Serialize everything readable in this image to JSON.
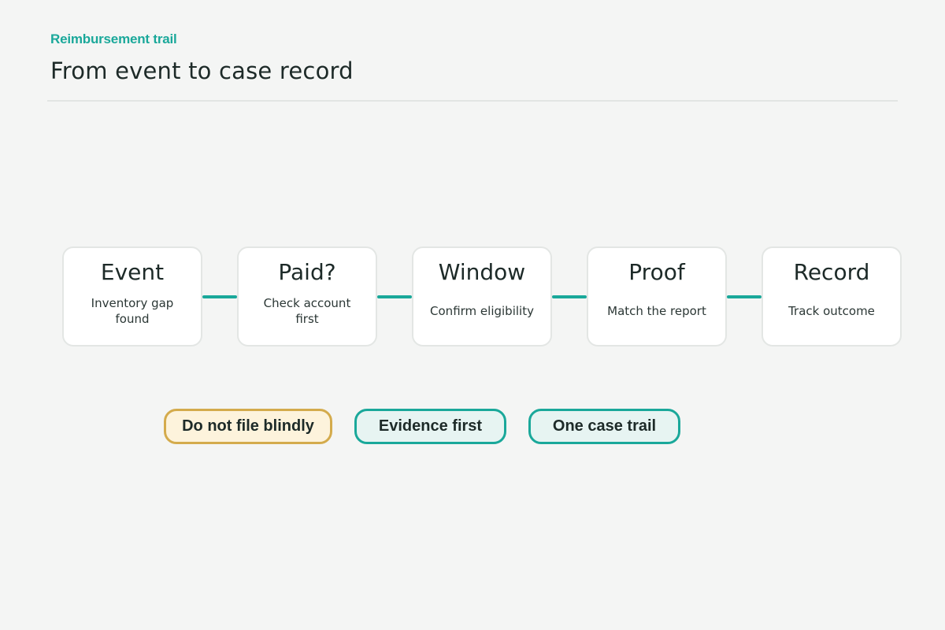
{
  "header": {
    "eyebrow": "Reimbursement trail",
    "title": "From event to case record"
  },
  "steps": [
    {
      "title": "Event",
      "body": "Inventory gap found"
    },
    {
      "title": "Paid?",
      "body": "Check account first"
    },
    {
      "title": "Window",
      "body": "Confirm eligibility"
    },
    {
      "title": "Proof",
      "body": "Match the report"
    },
    {
      "title": "Record",
      "body": "Track outcome"
    }
  ],
  "tags": [
    {
      "label": "Do not file blindly",
      "tone": "warning"
    },
    {
      "label": "Evidence first",
      "tone": "accent"
    },
    {
      "label": "One case trail",
      "tone": "accent"
    }
  ],
  "colors": {
    "accent": "#1aa89a",
    "warning": "#d4ab4c",
    "background": "#f4f5f4"
  }
}
